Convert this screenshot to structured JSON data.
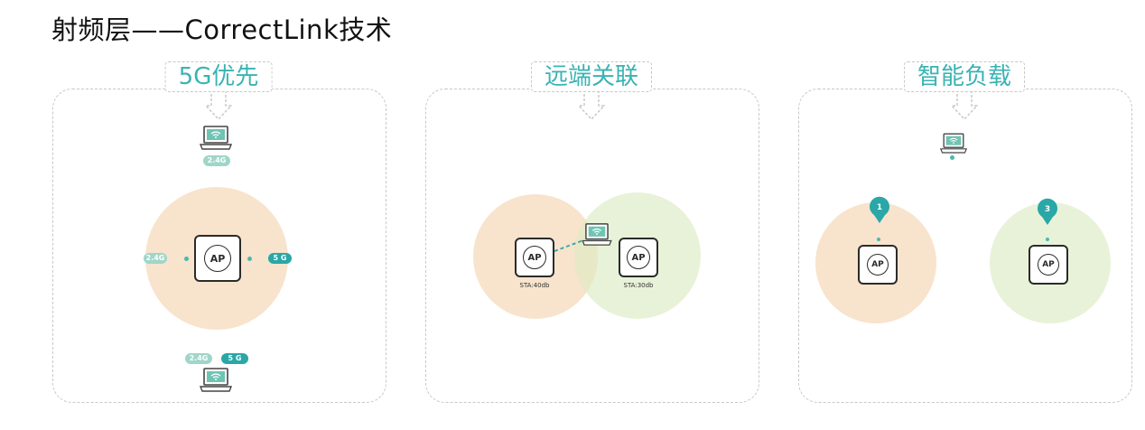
{
  "page": {
    "title": "射频层——CorrectLink技术"
  },
  "panels": [
    {
      "title": "5G优先",
      "ap_label": "AP",
      "tags": {
        "left": "2.4G",
        "right": "5 G",
        "top_laptop": "2.4G",
        "bottom_a": "2.4G",
        "bottom_b": "5 G"
      }
    },
    {
      "title": "远端关联",
      "ap_label": "AP",
      "left_ap_label": "STA:40db",
      "right_ap_label": "STA:30db"
    },
    {
      "title": "智能负载",
      "ap_label": "AP",
      "left_count": "1",
      "right_count": "3"
    }
  ],
  "colors": {
    "accent": "#3ab3b3",
    "tag_light": "#9fd6c9",
    "tag_dark": "#2aa7a7",
    "orange_circle": "#f5d4b0",
    "green_circle": "#dcebc3"
  },
  "icons": [
    "laptop-wifi-icon",
    "ap-icon",
    "map-pin-icon"
  ]
}
